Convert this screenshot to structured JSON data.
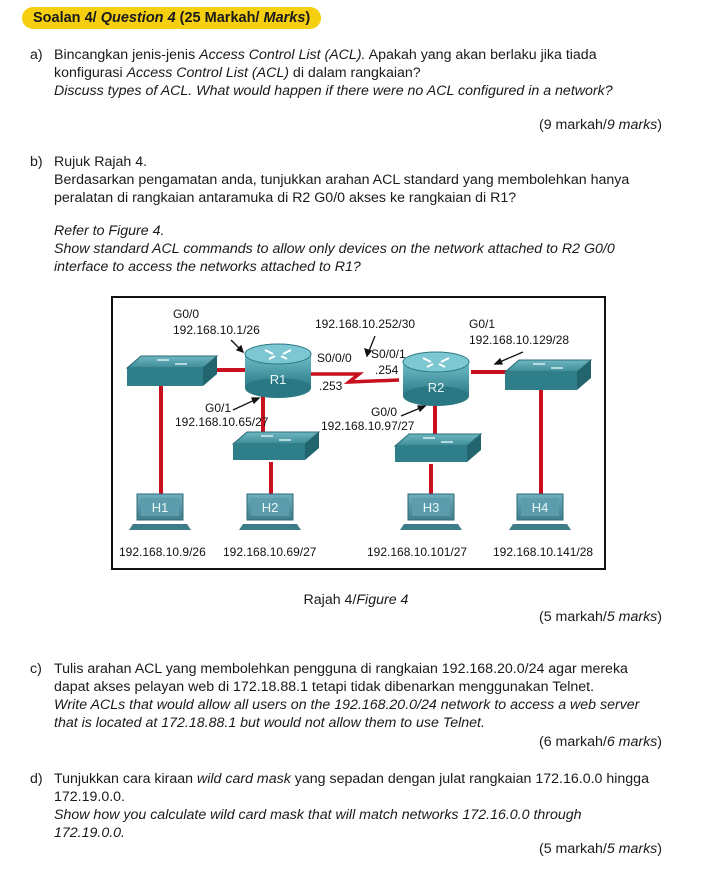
{
  "header": {
    "soalan": "Soalan 4/ ",
    "question": "Question 4",
    "markah": " (25 Markah/ ",
    "marks_word": "Marks",
    "close": ")"
  },
  "qa": {
    "letter": "a)",
    "ms1_a": "Bincangkan jenis-jenis ",
    "ms1_b": "Access Control List (ACL).",
    "ms1_c": " Apakah yang akan berlaku jika tiada",
    "ms2_a": "konfigurasi ",
    "ms2_b": "Access Control List (ACL)",
    "ms2_c": " di dalam rangkaian?",
    "en1": "Discuss types of ACL. What would happen if there were no ACL configured in a network?",
    "marks_a": "(9 markah/",
    "marks_b": "9 marks",
    "marks_c": ")"
  },
  "qb": {
    "letter": "b)",
    "ms1": "Rujuk Rajah 4.",
    "ms2": "Berdasarkan pengamatan anda, tunjukkan arahan ACL standard yang membolehkan hanya",
    "ms3": "peralatan di rangkaian antaramuka di R2 G0/0 akses ke rangkaian di R1?",
    "en1": "Refer to Figure 4.",
    "en2": "Show standard ACL commands to allow only devices on the network attached to R2 G0/0",
    "en3": "interface to access the networks attached to R1?",
    "caption_a": "Rajah 4/",
    "caption_b": "Figure 4",
    "marks_a": "(5 markah/",
    "marks_b": "5 marks",
    "marks_c": ")"
  },
  "qc": {
    "letter": "c)",
    "ms1": "Tulis arahan ACL yang membolehkan pengguna di rangkaian 192.168.20.0/24 agar mereka",
    "ms2": "dapat akses pelayan web di 172.18.88.1 tetapi tidak dibenarkan menggunakan Telnet.",
    "en1": "Write ACLs that would allow all users on the 192.168.20.0/24 network to access a web server",
    "en2": "that is located at 172.18.88.1 but would not allow them to use Telnet.",
    "marks_a": "(6 markah/",
    "marks_b": "6 marks",
    "marks_c": ")"
  },
  "qd": {
    "letter": "d)",
    "ms1_a": "Tunjukkan cara kiraan ",
    "ms1_b": "wild card mask",
    "ms1_c": " yang sepadan dengan julat rangkaian 172.16.0.0 hingga",
    "ms2": "172.19.0.0.",
    "en1": "Show how you calculate wild card mask that will match networks 172.16.0.0 through",
    "en2": "172.19.0.0.",
    "marks_a": "(5 markah/",
    "marks_b": "5 marks",
    "marks_c": ")"
  },
  "figure": {
    "r1_g00": "G0/0",
    "r1_g00_ip": "192.168.10.1/26",
    "serial_net": "192.168.10.252/30",
    "r2_g01": "G0/1",
    "r2_g01_ip": "192.168.10.129/28",
    "r1_s000": "S0/0/0",
    "r1_s000_ip": ".253",
    "r2_s001": "S0/0/1",
    "r2_s001_ip": ".254",
    "r1_name": "R1",
    "r2_name": "R2",
    "r1_g01": "G0/1",
    "r1_g01_ip": "192.168.10.65/27",
    "r2_g00": "G0/0",
    "r2_g00_ip": "192.168.10.97/27",
    "h1": "H1",
    "h2": "H2",
    "h3": "H3",
    "h4": "H4",
    "h1_ip": "192.168.10.9/26",
    "h2_ip": "192.168.10.69/27",
    "h3_ip": "192.168.10.101/27",
    "h4_ip": "192.168.10.141/28"
  }
}
